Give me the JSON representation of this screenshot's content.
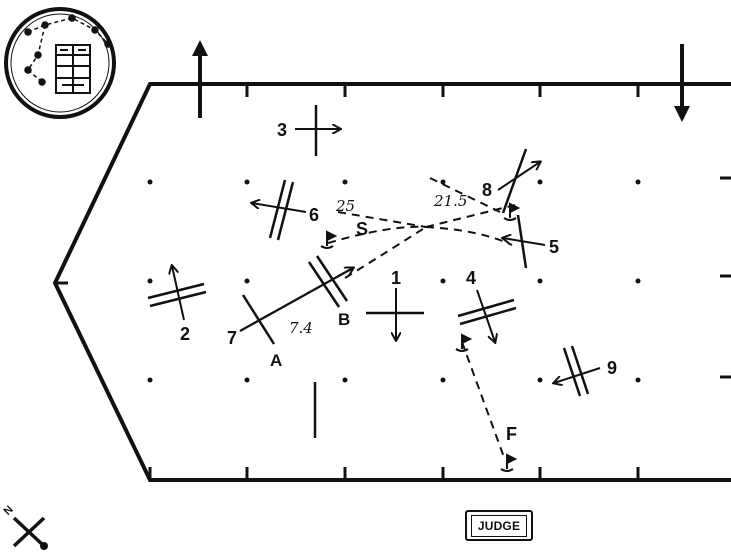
{
  "obstacles": [
    {
      "id": "1",
      "label": "1"
    },
    {
      "id": "2",
      "label": "2"
    },
    {
      "id": "3",
      "label": "3"
    },
    {
      "id": "4",
      "label": "4"
    },
    {
      "id": "5",
      "label": "5"
    },
    {
      "id": "6",
      "label": "6"
    },
    {
      "id": "7",
      "label": "7"
    },
    {
      "id": "8",
      "label": "8"
    },
    {
      "id": "9",
      "label": "9"
    }
  ],
  "points": {
    "A": "A",
    "B": "B",
    "S": "S",
    "F": "F"
  },
  "distances": {
    "d_7_8": "7.4",
    "d_6_s": "25",
    "d_8_s": "21.5"
  },
  "judge": {
    "label": "JUDGE"
  },
  "compass": {
    "north": "N"
  },
  "colors": {
    "ink": "#111111",
    "background": "#ffffff"
  }
}
